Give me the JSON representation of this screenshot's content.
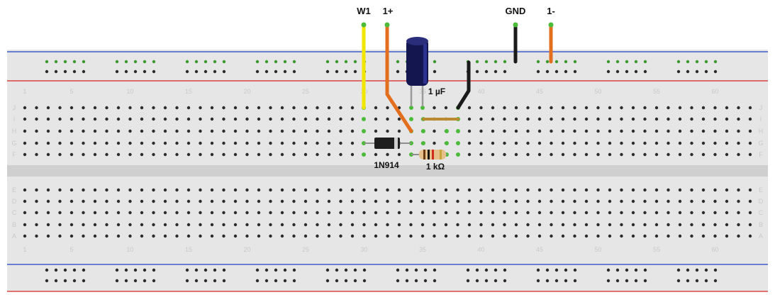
{
  "labels": {
    "w1": "W1",
    "v_plus": "1+",
    "gnd": "GND",
    "v_minus": "1-",
    "capacitor": "1 µF",
    "diode": "1N914",
    "resistor": "1 kΩ"
  },
  "row_letters_top": [
    "J",
    "I",
    "H",
    "G",
    "F"
  ],
  "row_letters_bottom": [
    "E",
    "D",
    "C",
    "B",
    "A"
  ],
  "column_numbers": [
    "1",
    "5",
    "10",
    "15",
    "20",
    "25",
    "30",
    "35",
    "40",
    "45",
    "50",
    "55",
    "60"
  ],
  "colors": {
    "board": "#e6e6e6",
    "rail_blue": "#3f5bc9",
    "rail_red": "#d94343",
    "wire_yellow": "#f2e600",
    "wire_orange": "#e36f1e",
    "wire_black": "#1a1a1a",
    "connected_hole": "#4cbb3a",
    "capacitor": "#14164f",
    "resistor_body": "#e6c08a"
  }
}
